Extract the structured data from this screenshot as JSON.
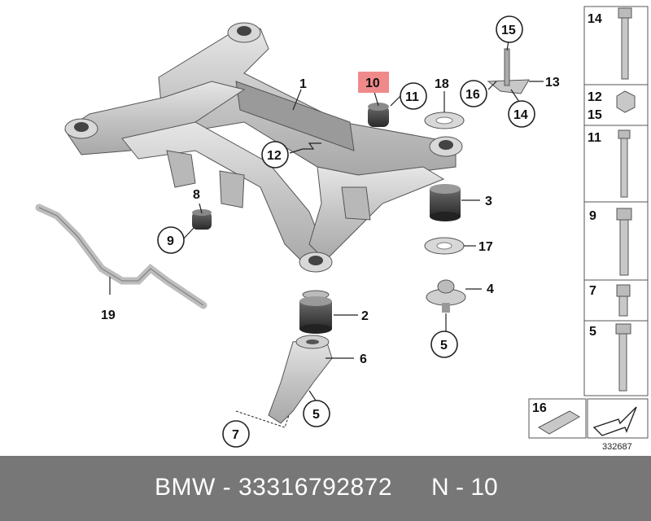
{
  "diagram": {
    "callouts": {
      "c1": "1",
      "c2": "2",
      "c3": "3",
      "c4": "4",
      "c5a": "5",
      "c5b": "5",
      "c6": "6",
      "c7": "7",
      "c8": "8",
      "c9": "9",
      "c10": "10",
      "c11": "11",
      "c12": "12",
      "c13": "13",
      "c14": "14",
      "c15": "15",
      "c16": "16",
      "c17": "17",
      "c18": "18",
      "c19": "19"
    },
    "sidebar": {
      "s14": "14",
      "s12": "12",
      "s15": "15",
      "s11": "11",
      "s9": "9",
      "s7": "7",
      "s5": "5",
      "s16": "16"
    },
    "drawing_number": "332687",
    "highlight_color": "#f08a8a"
  },
  "footer": {
    "part_text": "BMW - 33316792872",
    "position_text": "N - 10",
    "bar_color": "#777777"
  }
}
